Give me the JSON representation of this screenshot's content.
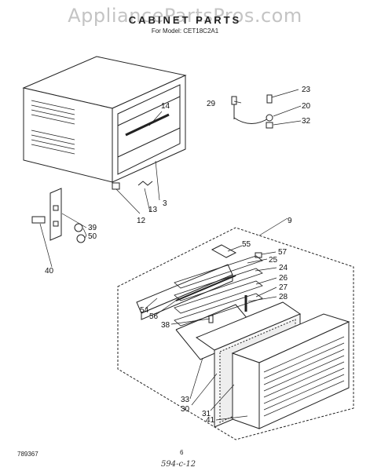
{
  "header": {
    "watermark": "AppliancePartsPros.com",
    "title": "CABINET PARTS",
    "model_line": "For Model: CET18C2A1"
  },
  "callouts": [
    {
      "id": "c-3",
      "label": "3"
    },
    {
      "id": "c-9",
      "label": "9"
    },
    {
      "id": "c-12",
      "label": "12"
    },
    {
      "id": "c-13",
      "label": "13"
    },
    {
      "id": "c-14",
      "label": "14"
    },
    {
      "id": "c-20",
      "label": "20"
    },
    {
      "id": "c-23",
      "label": "23"
    },
    {
      "id": "c-24",
      "label": "24"
    },
    {
      "id": "c-25",
      "label": "25"
    },
    {
      "id": "c-26",
      "label": "26"
    },
    {
      "id": "c-27",
      "label": "27"
    },
    {
      "id": "c-28",
      "label": "28"
    },
    {
      "id": "c-29",
      "label": "29"
    },
    {
      "id": "c-30",
      "label": "30"
    },
    {
      "id": "c-31",
      "label": "31"
    },
    {
      "id": "c-32",
      "label": "32"
    },
    {
      "id": "c-33",
      "label": "33"
    },
    {
      "id": "c-38",
      "label": "38"
    },
    {
      "id": "c-39",
      "label": "39"
    },
    {
      "id": "c-40",
      "label": "40"
    },
    {
      "id": "c-41",
      "label": "41"
    },
    {
      "id": "c-50",
      "label": "50"
    },
    {
      "id": "c-54",
      "label": "54"
    },
    {
      "id": "c-55",
      "label": "55"
    },
    {
      "id": "c-56",
      "label": "56"
    },
    {
      "id": "c-57",
      "label": "57"
    }
  ],
  "footer": {
    "doc_code": "789367",
    "page_number": "6",
    "handwritten_note": "594-c-12"
  }
}
